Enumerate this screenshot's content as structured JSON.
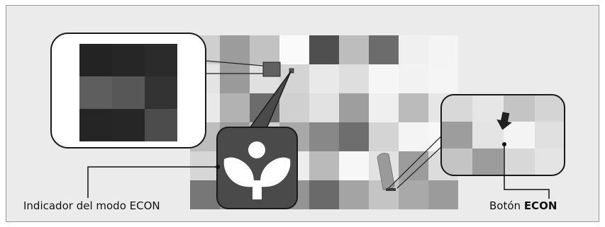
{
  "labels": {
    "econ_indicator": "Indicador del modo ECON",
    "econ_button_prefix": "Botón ",
    "econ_button_bold": "ECON"
  },
  "colors": {
    "frame_bg": "#ebebeb",
    "callout_border": "#1a1a1a",
    "icon_fill": "#ffffff"
  },
  "icons": {
    "econ_mode": "plant-sprout-icon",
    "press_direction": "arrow-down-icon"
  }
}
